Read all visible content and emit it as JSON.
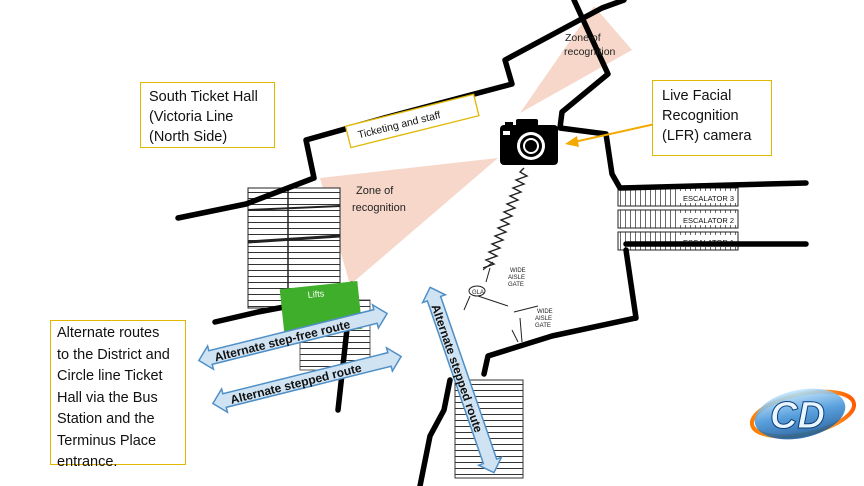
{
  "labels": {
    "south_ticket_hall": "South Ticket Hall\n(Victoria Line\n(North Side)",
    "lfr_camera": "Live Facial\nRecognition\n(LFR) camera",
    "alternate_routes": "Alternate routes\nto the District and\nCircle line Ticket\nHall via the Bus\nStation and the\nTerminus Place\nentrance.",
    "ticketing_and_staff": "Ticketing and staff",
    "zone_top_line1": "Zone of",
    "zone_top_line2": "recognition",
    "zone_left_line1": "Zone of",
    "zone_left_line2": "recognition",
    "lifts": "Lifts",
    "route_step_free": "Alternate step-free route",
    "route_stepped_left": "Alternate stepped route",
    "route_stepped_right": "Alternate stepped route",
    "escalator_3": "ESCALATOR 3",
    "escalator_2": "ESCALATOR 2",
    "escalator_1": "ESCALATOR 1",
    "wide_aisle_gate_1_l1": "WIDE",
    "wide_aisle_gate_1_l2": "AISLE",
    "wide_aisle_gate_1_l3": "GATE",
    "wide_aisle_gate_2_l1": "WIDE",
    "wide_aisle_gate_2_l2": "AISLE",
    "wide_aisle_gate_2_l3": "GATE",
    "gla": "GLA",
    "logo_text": "CD"
  },
  "colors": {
    "wall": "#000000",
    "zone_fill": "#f6d3c3",
    "callout_border": "#e1b700",
    "route_arrow_fill": "#cfe3f3",
    "route_arrow_stroke": "#4f8fc6",
    "lifts_fill": "#3fae2a"
  },
  "icons": [
    "camera-icon",
    "pointer-arrow-icon",
    "cd-logo"
  ]
}
